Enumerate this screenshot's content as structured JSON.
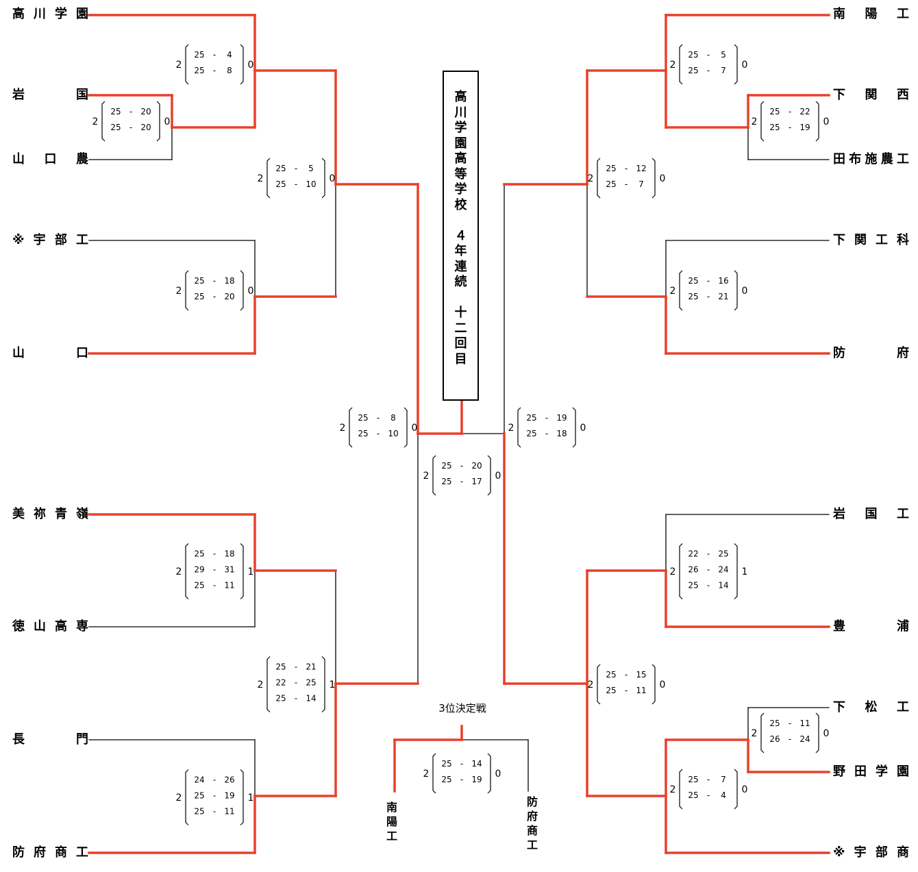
{
  "champion_banner": [
    "高",
    "川",
    "学",
    "園",
    "高",
    "等",
    "学",
    "校",
    "",
    "４",
    "年",
    "連",
    "続",
    "",
    "十",
    "二",
    "回",
    "目"
  ],
  "teams_left": [
    "高川学園",
    "岩　国",
    "山口農",
    "※宇部工",
    "山　口",
    "美祢青嶺",
    "徳山高専",
    "長　門",
    "防府商工"
  ],
  "teams_right": [
    "南陽工",
    "下関西",
    "田布施農工",
    "下関工科",
    "防　府",
    "岩国工",
    "豊　浦",
    "下松工",
    "野田学園",
    "※宇部商"
  ],
  "third_place": {
    "title": "3位決定戦",
    "team_left": "南陽工",
    "team_right": "防府商工"
  },
  "matches": [
    {
      "id": "L1",
      "left": "2",
      "right": "0",
      "sets": [
        [
          "25",
          "4"
        ],
        [
          "25",
          "8"
        ]
      ]
    },
    {
      "id": "L2",
      "left": "2",
      "right": "0",
      "sets": [
        [
          "25",
          "20"
        ],
        [
          "25",
          "20"
        ]
      ]
    },
    {
      "id": "L3",
      "left": "2",
      "right": "0",
      "sets": [
        [
          "25",
          "5"
        ],
        [
          "25",
          "10"
        ]
      ]
    },
    {
      "id": "L4",
      "left": "2",
      "right": "0",
      "sets": [
        [
          "25",
          "18"
        ],
        [
          "25",
          "20"
        ]
      ]
    },
    {
      "id": "L5",
      "left": "2",
      "right": "0",
      "sets": [
        [
          "25",
          "8"
        ],
        [
          "25",
          "10"
        ]
      ]
    },
    {
      "id": "L6",
      "left": "2",
      "right": "1",
      "sets": [
        [
          "25",
          "18"
        ],
        [
          "29",
          "31"
        ],
        [
          "25",
          "11"
        ]
      ]
    },
    {
      "id": "L7",
      "left": "2",
      "right": "1",
      "sets": [
        [
          "25",
          "21"
        ],
        [
          "22",
          "25"
        ],
        [
          "25",
          "14"
        ]
      ]
    },
    {
      "id": "L8",
      "left": "2",
      "right": "1",
      "sets": [
        [
          "24",
          "26"
        ],
        [
          "25",
          "19"
        ],
        [
          "25",
          "11"
        ]
      ]
    },
    {
      "id": "F",
      "left": "2",
      "right": "0",
      "sets": [
        [
          "25",
          "20"
        ],
        [
          "25",
          "17"
        ]
      ]
    },
    {
      "id": "T",
      "left": "2",
      "right": "0",
      "sets": [
        [
          "25",
          "14"
        ],
        [
          "25",
          "19"
        ]
      ]
    },
    {
      "id": "R1",
      "left": "2",
      "right": "0",
      "sets": [
        [
          "25",
          "5"
        ],
        [
          "25",
          "7"
        ]
      ]
    },
    {
      "id": "R2",
      "left": "2",
      "right": "0",
      "sets": [
        [
          "25",
          "22"
        ],
        [
          "25",
          "19"
        ]
      ]
    },
    {
      "id": "R3",
      "left": "2",
      "right": "0",
      "sets": [
        [
          "25",
          "12"
        ],
        [
          "25",
          "7"
        ]
      ]
    },
    {
      "id": "R4",
      "left": "2",
      "right": "0",
      "sets": [
        [
          "25",
          "16"
        ],
        [
          "25",
          "21"
        ]
      ]
    },
    {
      "id": "R5",
      "left": "2",
      "right": "0",
      "sets": [
        [
          "25",
          "19"
        ],
        [
          "25",
          "18"
        ]
      ]
    },
    {
      "id": "R6",
      "left": "2",
      "right": "1",
      "sets": [
        [
          "22",
          "25"
        ],
        [
          "26",
          "24"
        ],
        [
          "25",
          "14"
        ]
      ]
    },
    {
      "id": "R7",
      "left": "2",
      "right": "0",
      "sets": [
        [
          "25",
          "15"
        ],
        [
          "25",
          "11"
        ]
      ]
    },
    {
      "id": "R8",
      "left": "2",
      "right": "0",
      "sets": [
        [
          "25",
          "11"
        ],
        [
          "26",
          "24"
        ]
      ]
    },
    {
      "id": "R9",
      "left": "2",
      "right": "0",
      "sets": [
        [
          "25",
          "7"
        ],
        [
          "25",
          "4"
        ]
      ]
    }
  ],
  "colors": {
    "winner_line": "#e8402a",
    "loser_line": "#000000",
    "text": "#000000"
  }
}
